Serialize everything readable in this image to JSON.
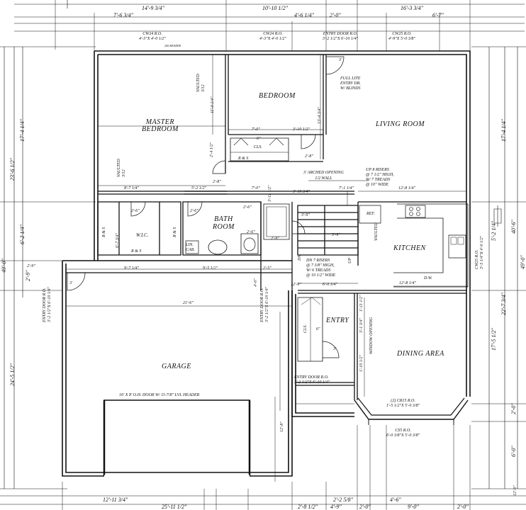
{
  "rooms": {
    "master": "MASTER\nBEDROOM",
    "bedroom": "BEDROOM",
    "living": "LIVING ROOM",
    "bath": "BATH\nROOM",
    "kitchen": "KITCHEN",
    "entry": "ENTRY",
    "dining": "DINING AREA",
    "garage": "GARAGE",
    "wic": "W.I.C.",
    "cls1": "CLS.",
    "cls2": "CLS.",
    "lincab": "LIN.\nCAB.",
    "ref": "REF.",
    "dw": "D.W."
  },
  "top_dims": {
    "row1": [
      "14'-9 3/4\"",
      "10'-10 1/2\"",
      "16'-3 3/4\""
    ],
    "row2": [
      "7'-6 3/4\"",
      "4'-6 1/4\"",
      "2'-0\"",
      "6'-7\""
    ]
  },
  "windows": {
    "cw24_left": "CW24 R.O.\n4'-3\"X 4'-0 1/2\"",
    "cw24_mid": "CW24 R.O.\n4'-3\"X 4'-0 1/2\"",
    "entry_top": "ENTRY DOOR R.O.\n3'-2 1/2\"X 6'-10 1/4\"",
    "cw25": "CW25 R.O.\n4'-9\"X 5'-0 3/8\"",
    "cr55": "(2) CR15 R.O.\n1'-5 1/2\"X 5'-0 3/8\"",
    "cs5": "CS5 R.O.\n6'-0 3/8\"X 5'-0 3/8\"",
    "entry_bottom": "ENTRY DOOR R.O.\n3'-2 1/2\"X 6'-10 1/4\"",
    "hdr": "2X6 HEADER"
  },
  "notes": {
    "vaulted1": "VAULTED\n3/12",
    "vaulted2": "VAULTED\n3/12",
    "vaulted3": "VAULTED",
    "arched": "3' ARCHED OPENING\n1/2 WALL",
    "up_risers": "UP 8 RISERS\n@ 7 1/2\" HIGH,\nW/ 7 TREADS\n@ 10\" WIDE",
    "dn_risers": "DN 7 RISERS\n@ 7 3/8\" HIGH,\nW/ 6 TREADS\n@ 10 1/2\" WIDE",
    "full_lite": "FULL LITE\nENTRY DR.\nW/ BLINDS",
    "garage_door": "16' X 8' O.H. DOOR W/ 11-7/8\" LVL HEADER",
    "window_opening": "WINDOW OPENING",
    "entry_door_left": "ENTRY DOOR R.O.\n3'-2 1/2\"X 6'-10 1/4\"",
    "entry_door_mid": "ENTRY DOOR R.O.\n3'-2 1/2\"X 6'-10 1/4\"",
    "cw25_right": "CW25 R.O.\n3'-5 1/4\"X 4'-0 1/2\"",
    "up": "UP",
    "dn": "DN"
  },
  "interior_dims": {
    "d1": "11'-0 1/4\"",
    "d2": "13'-4 3/4\"",
    "d3": "7'-0\"",
    "d4": "3'-10 1/2\"",
    "d5": "2'-8\"",
    "d6": "6\"",
    "d7": "2'-4 1/2\"",
    "d8": "8'-7 1/4\"",
    "d9": "2'-8\"",
    "d10": "5'-2 1/2\"",
    "d11": "7'-0\"",
    "d12": "3'-10 3/4\"",
    "d13": "3'-11 1/2\"",
    "d14": "7'-1 1/4\"",
    "d15": "12'-8 1/4\"",
    "d16": "2'-6\"",
    "d17": "2'-6\"",
    "d18": "2'-6\"",
    "d19": "3'-9\"",
    "d20": "3'-9\"",
    "d21": "2'-9\"",
    "d22": "9'-7 1/4\"",
    "d23": "9'-5 1/2\"",
    "d24": "21'-6\"",
    "d25": "6'-0 3/4\"",
    "d26": "12'-8 1/4\"",
    "d27": "12'-9\"",
    "d28": "2'-5\"",
    "d29": "4'-0\"",
    "d30": "1'-10 1/2\"",
    "d31": "2'-6\"",
    "d32": "3'",
    "d33": "3'",
    "d34": "3'",
    "d35": "6\"",
    "d36": "1'-11 1/2\"",
    "d37": "3'-1 3/4\"",
    "d38": "R & S",
    "d39": "R & S",
    "d40": "R & S",
    "d41": "R & S",
    "d42": "6'-7 3/4\"",
    "d43": "12'-8\"",
    "d44": "2'-9\""
  },
  "side_dims": {
    "left1": "17'-4 1/4\"",
    "left2": "23'-6 1/2\"",
    "left3": "6'-2 1/4\"",
    "left4": "49'-0\"",
    "left5": "24'-5 1/2\"",
    "left6": "2'-9\"",
    "right1": "17'-4 1/4\"",
    "right2": "40'-6\"",
    "right3": "5'-2 1/4\"",
    "right4": "17'-5 1/2\"",
    "right5": "22'-7 3/4\"",
    "right6": "49'-0\"",
    "right7": "2'-0\"",
    "right8": "6'-0\""
  },
  "bottom_dims": {
    "row1": [
      "12'-11 3/4\"",
      "2'-2 5/8\"",
      "4'-6\""
    ],
    "row2": [
      "25'-11 1/2\"",
      "2'-8 1/2\"",
      "4'-9\"",
      "2'-0\"",
      "9'-0\"",
      "2'-0\""
    ],
    "right_vert": "12'-9\""
  }
}
